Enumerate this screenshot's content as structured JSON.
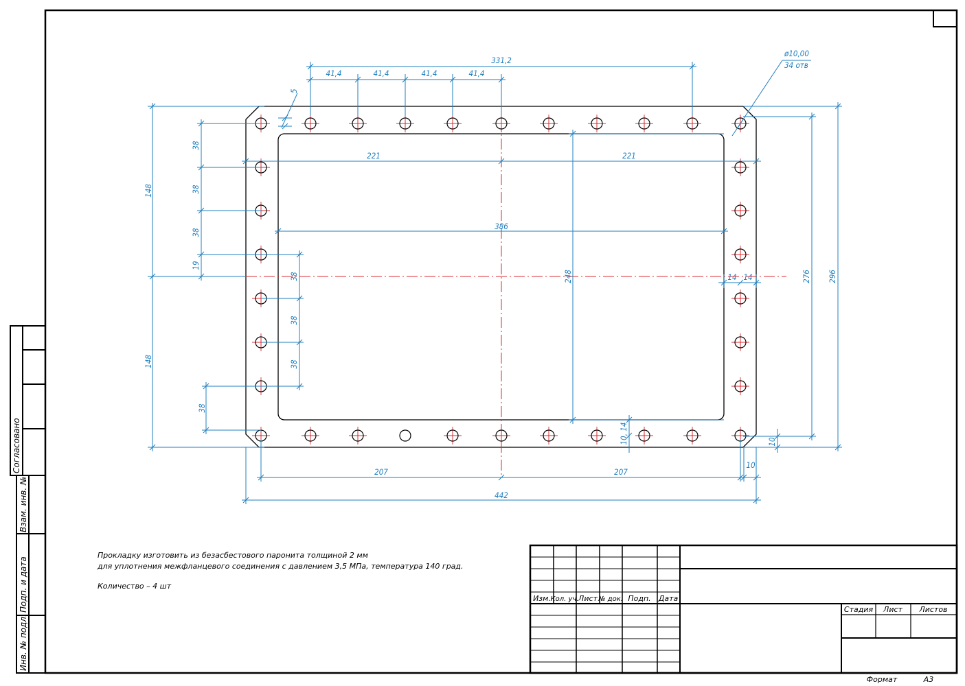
{
  "drawing": {
    "dims": {
      "d331": "331,2",
      "d41a": "41,4",
      "d41b": "41,4",
      "d41c": "41,4",
      "d41d": "41,4",
      "d5": "5",
      "hole_dia": "ø10,00",
      "hole_count": "34 отв",
      "d221a": "221",
      "d221b": "221",
      "d386": "386",
      "d148a": "148",
      "d148b": "148",
      "d38a": "38",
      "d38b": "38",
      "d38c": "38",
      "d38d": "38",
      "d38e": "38",
      "d38f": "38",
      "d38g": "38",
      "d19": "19",
      "d248": "248",
      "d276": "276",
      "d296": "296",
      "d14a": "14",
      "d14b": "14",
      "d10_14": "10, 14",
      "d10a": "10",
      "d10b": "10",
      "d207a": "207",
      "d207b": "207",
      "d442": "442"
    }
  },
  "notes": {
    "line1": "Прокладку изготовить из безасбестового паронита толщиной 2 мм",
    "line2": "для уплотнения  межфланцевого соединения с давлением 3,5 МПа, температура 140 град.",
    "line3": "Количество – 4 шт"
  },
  "side_stamp": {
    "agreed": "Согласовано",
    "vzam": "Взам. инв. №",
    "podp_data": "Подп. и дата",
    "inv_podl": "Инв. № подл."
  },
  "title_block": {
    "col_izm": "Изм.",
    "col_kol": "Кол. уч.",
    "col_list": "Лист",
    "col_ndok": "№ док.",
    "col_podp": "Подп.",
    "col_data": "Дата",
    "stadia": "Стадия",
    "list": "Лист",
    "listov": "Листов",
    "format_label": "Формат",
    "format_value": "А3"
  }
}
